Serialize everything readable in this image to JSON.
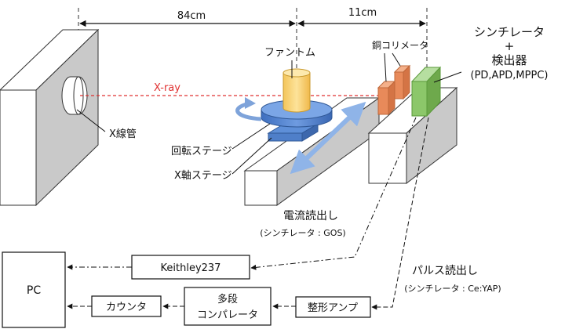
{
  "dimensions": {
    "distance_source_to_phantom": "84cm",
    "distance_phantom_to_detector": "11cm"
  },
  "labels": {
    "detector_title": "シンチレータ",
    "detector_plus": "+",
    "detector_name": "検出器",
    "detector_types": "(PD,APD,MPPC)",
    "collimator": "銅コリメータ",
    "phantom": "ファントム",
    "xray": "X-ray",
    "xray_tube": "X線管",
    "rotation_stage": "回転ステージ",
    "x_axis_stage": "X軸ステージ",
    "current_readout": "電流読出し",
    "current_readout_sub": "(シンチレータ : GOS)",
    "pulse_readout": "パルス読出し",
    "pulse_readout_sub": "(シンチレータ : Ce:YAP)"
  },
  "boxes": {
    "pc": "PC",
    "keithley": "Keithley237",
    "counter": "カウンタ",
    "mca_line1": "多段",
    "mca_line2": "コンパレータ",
    "shaping_amp": "整形アンプ"
  },
  "colors": {
    "xray_beam": "#e03030",
    "phantom": "#f5c964",
    "stage": "#4f7fc9",
    "collimator": "#e88a5a",
    "detector": "#8cc76a",
    "block_side": "#c9c9c9",
    "arrow_blue": "#8fb4e8"
  }
}
